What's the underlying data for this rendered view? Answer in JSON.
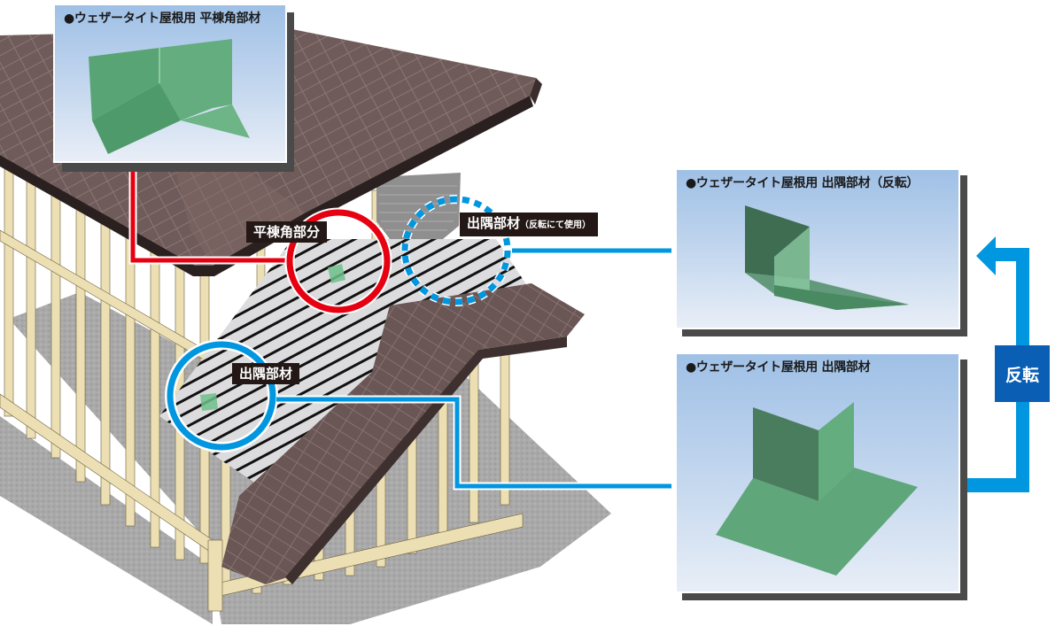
{
  "panels": {
    "hiramune": {
      "title": "●ウェザータイト屋根用 平棟角部材",
      "part_icon": "hip-ridge-corner-flashing"
    },
    "deszumi_reversed": {
      "title": "●ウェザータイト屋根用 出隅部材（反転）",
      "part_icon": "outside-corner-flashing-reversed"
    },
    "deszumi": {
      "title": "●ウェザータイト屋根用 出隅部材",
      "part_icon": "outside-corner-flashing"
    }
  },
  "callouts": {
    "hiramune_label": "平棟角部分",
    "deszumi_reversed_label": "出隅部材",
    "deszumi_reversed_note": "（反転にて使用）",
    "deszumi_label": "出隅部材"
  },
  "flip": {
    "label": "反転"
  },
  "colors": {
    "callout_red": "#e60012",
    "callout_blue": "#0096e0",
    "flip_box": "#0a5fb4",
    "label_bg": "#231815",
    "flashing_green": "#5aa57a",
    "roof_brown": "#6e5a58",
    "wood_frame": "#e9ddb0",
    "concrete": "#a8a8a8"
  }
}
